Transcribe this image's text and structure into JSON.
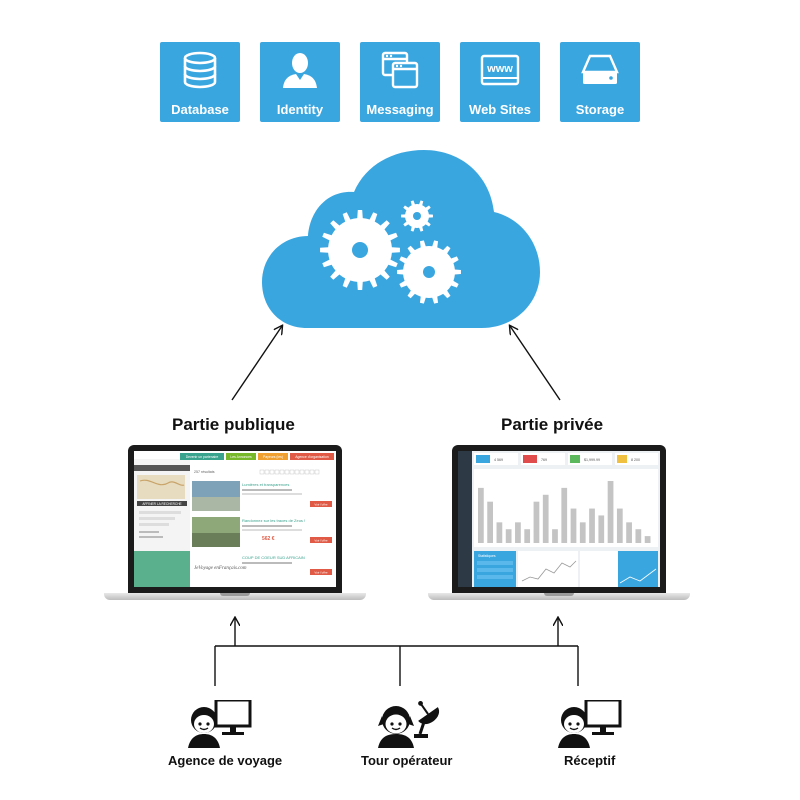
{
  "services": [
    {
      "label": "Database",
      "icon": "database-icon"
    },
    {
      "label": "Identity",
      "icon": "identity-icon"
    },
    {
      "label": "Messaging",
      "icon": "messaging-icon"
    },
    {
      "label": "Web Sites",
      "icon": "web-sites-icon"
    },
    {
      "label": "Storage",
      "icon": "storage-icon"
    }
  ],
  "www_text": "www",
  "cloud": {
    "icon": "cloud-gears-icon"
  },
  "sections": {
    "public": {
      "title": "Partie publique"
    },
    "private": {
      "title": "Partie privée"
    }
  },
  "public_screen": {
    "tabs": [
      "Devenir un partenaire",
      "Les Annonces",
      "Payeurs (ies)",
      "Agence d'organisation"
    ],
    "result_count": "257 résultats",
    "sidebar_button": "AFFINER LA RECHERCHE",
    "listings": [
      {
        "title": "Lumières et transparences",
        "price": "",
        "button": "Voir l'offre"
      },
      {
        "title": "Randonnez sur les traces de Zeus !",
        "price": "562 €",
        "button": "Voir l'offre"
      },
      {
        "title": "COUP DE COEUR SUD AFRICAIN",
        "price": "",
        "button": "Voir l'offre"
      }
    ],
    "logo_text": "JeVoyage enFrançais.com"
  },
  "private_screen": {
    "stats": [
      "4 569",
      "769",
      "$1,999.99",
      "8 200"
    ],
    "bar_values": [
      8,
      6,
      3,
      2,
      3,
      2,
      6,
      7,
      2,
      8,
      5,
      3,
      5,
      4,
      9,
      5,
      3,
      2,
      1
    ],
    "panel_title": "Statistiques"
  },
  "users": [
    {
      "label": "Agence de voyage",
      "icon": "travel-agent-computer-icon"
    },
    {
      "label": "Tour opérateur",
      "icon": "tour-operator-satellite-icon"
    },
    {
      "label": "Réceptif",
      "icon": "receptive-agent-computer-icon"
    }
  ],
  "colors": {
    "accent": "#3aa6e0",
    "tab_teal": "#3aa38e",
    "tab_green": "#76b82a",
    "tab_orange": "#f0a030",
    "tab_red": "#e05a45",
    "sidebar_green": "#5aaf8c",
    "stat_red": "#e04c4c",
    "stat_green": "#5cb85c",
    "bar_gray": "#c4c4c4"
  }
}
